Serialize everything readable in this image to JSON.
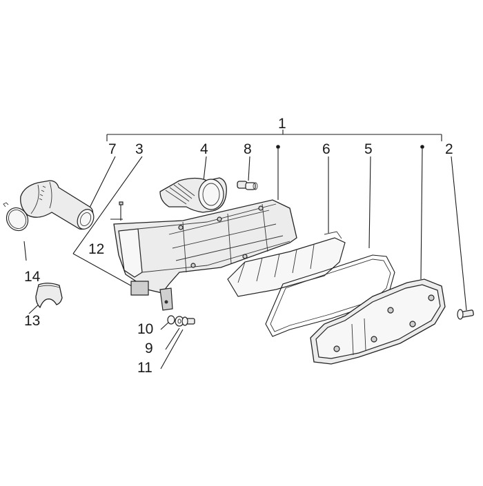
{
  "labels": {
    "l1": "1",
    "l2": "2",
    "l3": "3",
    "l4": "4",
    "l5": "5",
    "l6": "6",
    "l7": "7",
    "l8": "8",
    "l9": "9",
    "l10": "10",
    "l11": "11",
    "l12": "12",
    "l13": "13",
    "l14": "14"
  },
  "icons": {
    "dot": "bullet-dot"
  }
}
